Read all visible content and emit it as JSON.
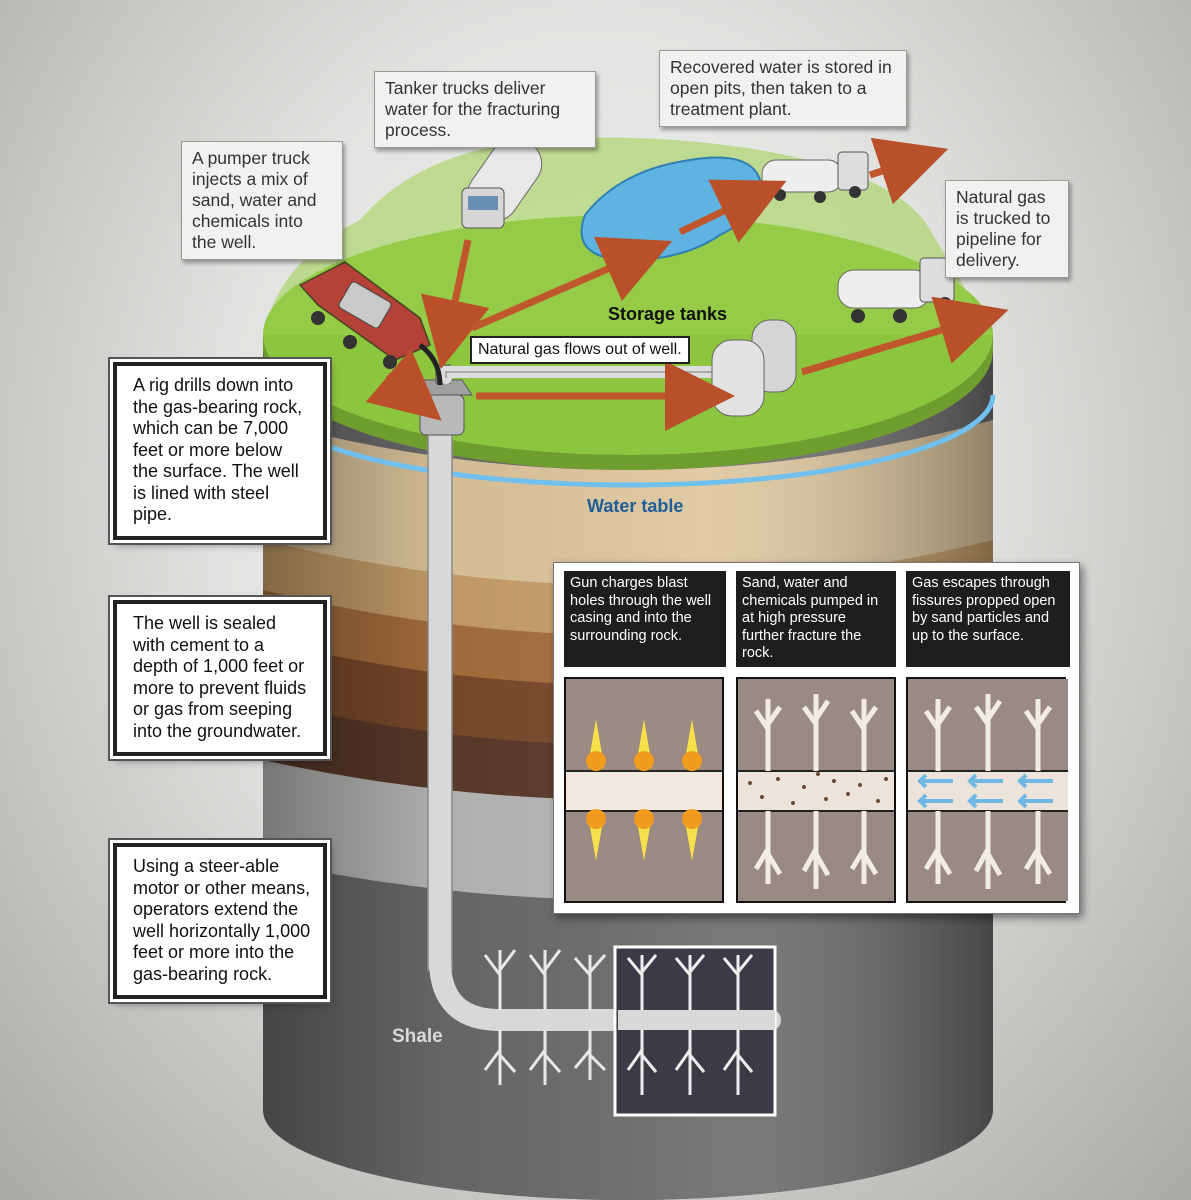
{
  "callouts": {
    "pumper": "A pumper truck injects a mix of sand, water and chemicals into the well.",
    "tanker": "Tanker trucks deliver water for the fracturing process.",
    "recovered": "Recovered water is stored in open pits, then taken to a treatment plant.",
    "gas_truck": "Natural gas is trucked to pipeline for delivery."
  },
  "labels": {
    "storage_tanks": "Storage tanks",
    "gas_flow": "Natural gas flows out of well.",
    "water_table": "Water table",
    "shale": "Shale"
  },
  "side_boxes": {
    "rig": "A rig drills down into the gas-bearing rock, which can be 7,000 feet or more below the surface. The well is lined with steel pipe.",
    "sealed": "The well is sealed with cement to a depth of 1,000 feet or more to prevent fluids or gas from seeping into the groundwater.",
    "steerable": "Using a steer-able motor or other means, operators extend the well horizontally 1,000 feet or more into the gas-bearing rock."
  },
  "inset": {
    "step1": "Gun charges blast holes through the well casing and into the surrounding rock.",
    "step2": "Sand, water and chemicals pumped in at high pressure further fracture the rock.",
    "step3": "Gas escapes through fissures propped open by sand particles and up to the surface."
  },
  "colors": {
    "grass": "#8cc63f",
    "soil_tan": "#dcc39a",
    "soil_brown": "#8a5a32",
    "shale": "#6f6f6f",
    "water": "#5fb3e0",
    "arrow": "#c0562b",
    "water_table_text": "#1f5f99"
  }
}
